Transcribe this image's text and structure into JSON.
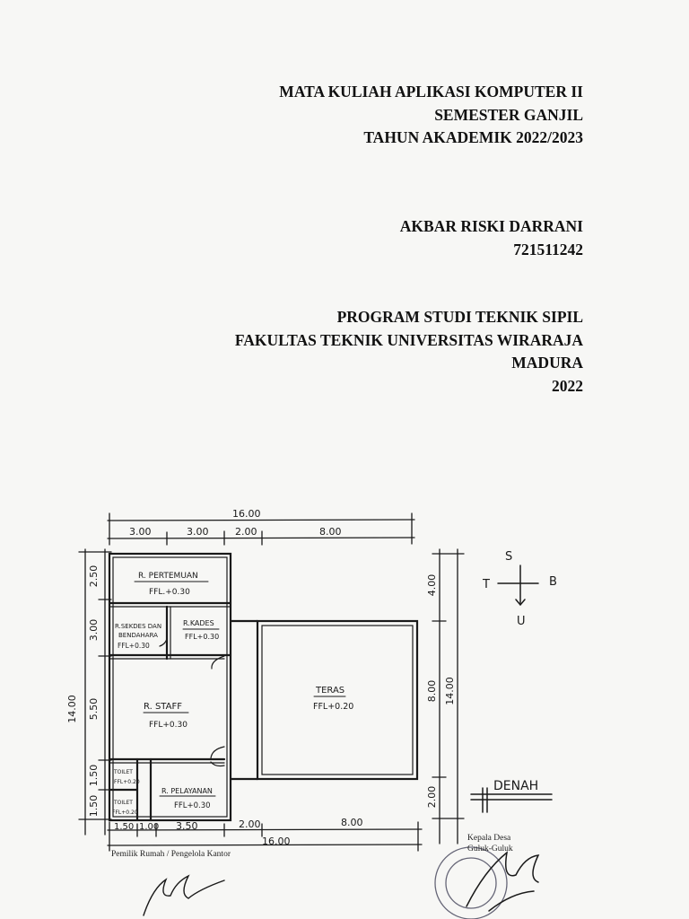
{
  "header": {
    "course_lines": [
      "MATA KULIAH APLIKASI KOMPUTER II",
      "SEMESTER GANJIL",
      "TAHUN AKADEMIK 2022/2023"
    ],
    "author_lines": [
      "AKBAR RISKI DARRANI",
      "721511242"
    ],
    "institution_lines": [
      "PROGRAM STUDI TEKNIK SIPIL",
      "FAKULTAS TEKNIK UNIVERSITAS WIRARAJA",
      "MADURA",
      "2022"
    ]
  },
  "floorplan": {
    "top_dimensions": {
      "total": "16.00",
      "segments": [
        "3.00",
        "3.00",
        "2.00",
        "8.00"
      ]
    },
    "bottom_dimensions": {
      "total": "16.00",
      "segments": [
        "1.50",
        "1.00",
        "3.50",
        "2.00",
        "8.00"
      ]
    },
    "left_dimensions": {
      "total": "14.00",
      "segments": [
        "2.50",
        "3.00",
        "5.50",
        "1.50",
        "1.50"
      ]
    },
    "right_dimensions": {
      "total": "14.00",
      "segments": [
        "4.00",
        "8.00",
        "2.00"
      ]
    },
    "rooms": {
      "pertemuan": {
        "name": "R. PERTEMUAN",
        "ffl": "FFL.+0.30"
      },
      "sekdes": {
        "name_lines": [
          "R.SEKDES DAN",
          "BENDAHARA"
        ],
        "ffl": "FFL+0.30"
      },
      "kades": {
        "name": "R.KADES",
        "ffl": "FFL+0.30"
      },
      "staff": {
        "name": "R. STAFF",
        "ffl": "FFL+0.30"
      },
      "toilet1": {
        "name": "TOILET",
        "ffl": "FFL+0.20"
      },
      "toilet2": {
        "name": "TOILET",
        "ffl": "FFL+0.20"
      },
      "pelayanan": {
        "name": "R. PELAYANAN",
        "ffl": "FFL+0.30"
      },
      "teras": {
        "name": "TERAS",
        "ffl": "FFL+0.20"
      }
    },
    "compass": {
      "north": "S",
      "west": "T",
      "east": "B",
      "south": "U"
    },
    "plan_title": "DENAH"
  },
  "footer": {
    "owner_label": "Pemilik Rumah / Pengelola Kantor",
    "kades_title": "Kepala Desa",
    "kades_village": "Guluk-Guluk"
  }
}
